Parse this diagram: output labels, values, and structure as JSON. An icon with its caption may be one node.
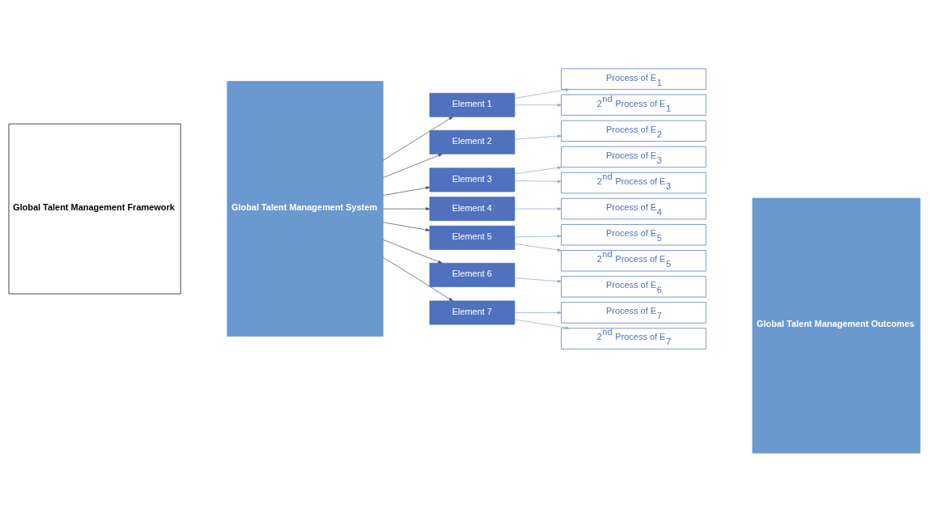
{
  "diagram": {
    "nodes": [
      {
        "text": [
          "Global Talent Management Framework"
        ]
      },
      {
        "text": [
          "Global Talent Management System"
        ]
      },
      {
        "text": [
          "Element 1"
        ]
      },
      {
        "text": [
          "Element 2"
        ]
      },
      {
        "text": [
          "Element 3"
        ]
      },
      {
        "text": [
          "Element 4"
        ]
      },
      {
        "text": [
          "Element 5"
        ]
      },
      {
        "text": [
          "Element 6"
        ]
      },
      {
        "text": [
          "Element 7"
        ]
      },
      {
        "text": [
          "Process of E$_{1}$"
        ]
      },
      {
        "text": [
          "2$^{nd}$ Process of E$_{1}$"
        ]
      },
      {
        "text": [
          "Process of E$_{2}$"
        ]
      },
      {
        "text": [
          "Process of E$_{3}$"
        ]
      },
      {
        "text": [
          "2$^{nd}$ Process of E$_{3}$"
        ]
      },
      {
        "text": [
          "Process of E$_{4}$"
        ]
      },
      {
        "text": [
          "Process of E$_{5}$"
        ]
      },
      {
        "text": [
          "2$^{nd}$ Process of E$_{5}$"
        ]
      },
      {
        "text": [
          "Process of E$_{6}$"
        ]
      },
      {
        "text": [
          "Process of E$_{7}$"
        ]
      },
      {
        "text": [
          "2$^{nd}$ Process of E$_{7}$"
        ]
      },
      {
        "text": [
          "Global Talent Management Outcomes"
        ]
      }
    ],
    "edges": [
      {
        "from": 1,
        "to": 2,
        "arrow": "to",
        "color": "#44546a"
      },
      {
        "from": 1,
        "to": 3,
        "arrow": "to",
        "color": "#44546a"
      },
      {
        "from": 1,
        "to": 4,
        "arrow": "to",
        "color": "#44546a"
      },
      {
        "from": 1,
        "to": 5,
        "arrow": "to",
        "color": "#44546a"
      },
      {
        "from": 1,
        "to": 6,
        "arrow": "to",
        "color": "#44546a"
      },
      {
        "from": 1,
        "to": 7,
        "arrow": "to",
        "color": "#44546a"
      },
      {
        "from": 1,
        "to": 8,
        "arrow": "to",
        "color": "#44546a"
      },
      {
        "from": 2,
        "to": 9,
        "arrow": "to"
      },
      {
        "from": 2,
        "to": 10,
        "arrow": "to"
      },
      {
        "from": 3,
        "to": 11,
        "arrow": "to"
      },
      {
        "from": 4,
        "to": 12,
        "arrow": "to"
      },
      {
        "from": 4,
        "to": 13,
        "arrow": "to"
      },
      {
        "from": 5,
        "to": 14,
        "arrow": "to"
      },
      {
        "from": 6,
        "to": 15,
        "arrow": "to"
      },
      {
        "from": 6,
        "to": 16,
        "arrow": "to"
      },
      {
        "from": 7,
        "to": 17,
        "arrow": "to"
      },
      {
        "from": 8,
        "to": 18,
        "arrow": "to"
      },
      {
        "from": 8,
        "to": 19,
        "arrow": "to"
      }
    ]
  }
}
